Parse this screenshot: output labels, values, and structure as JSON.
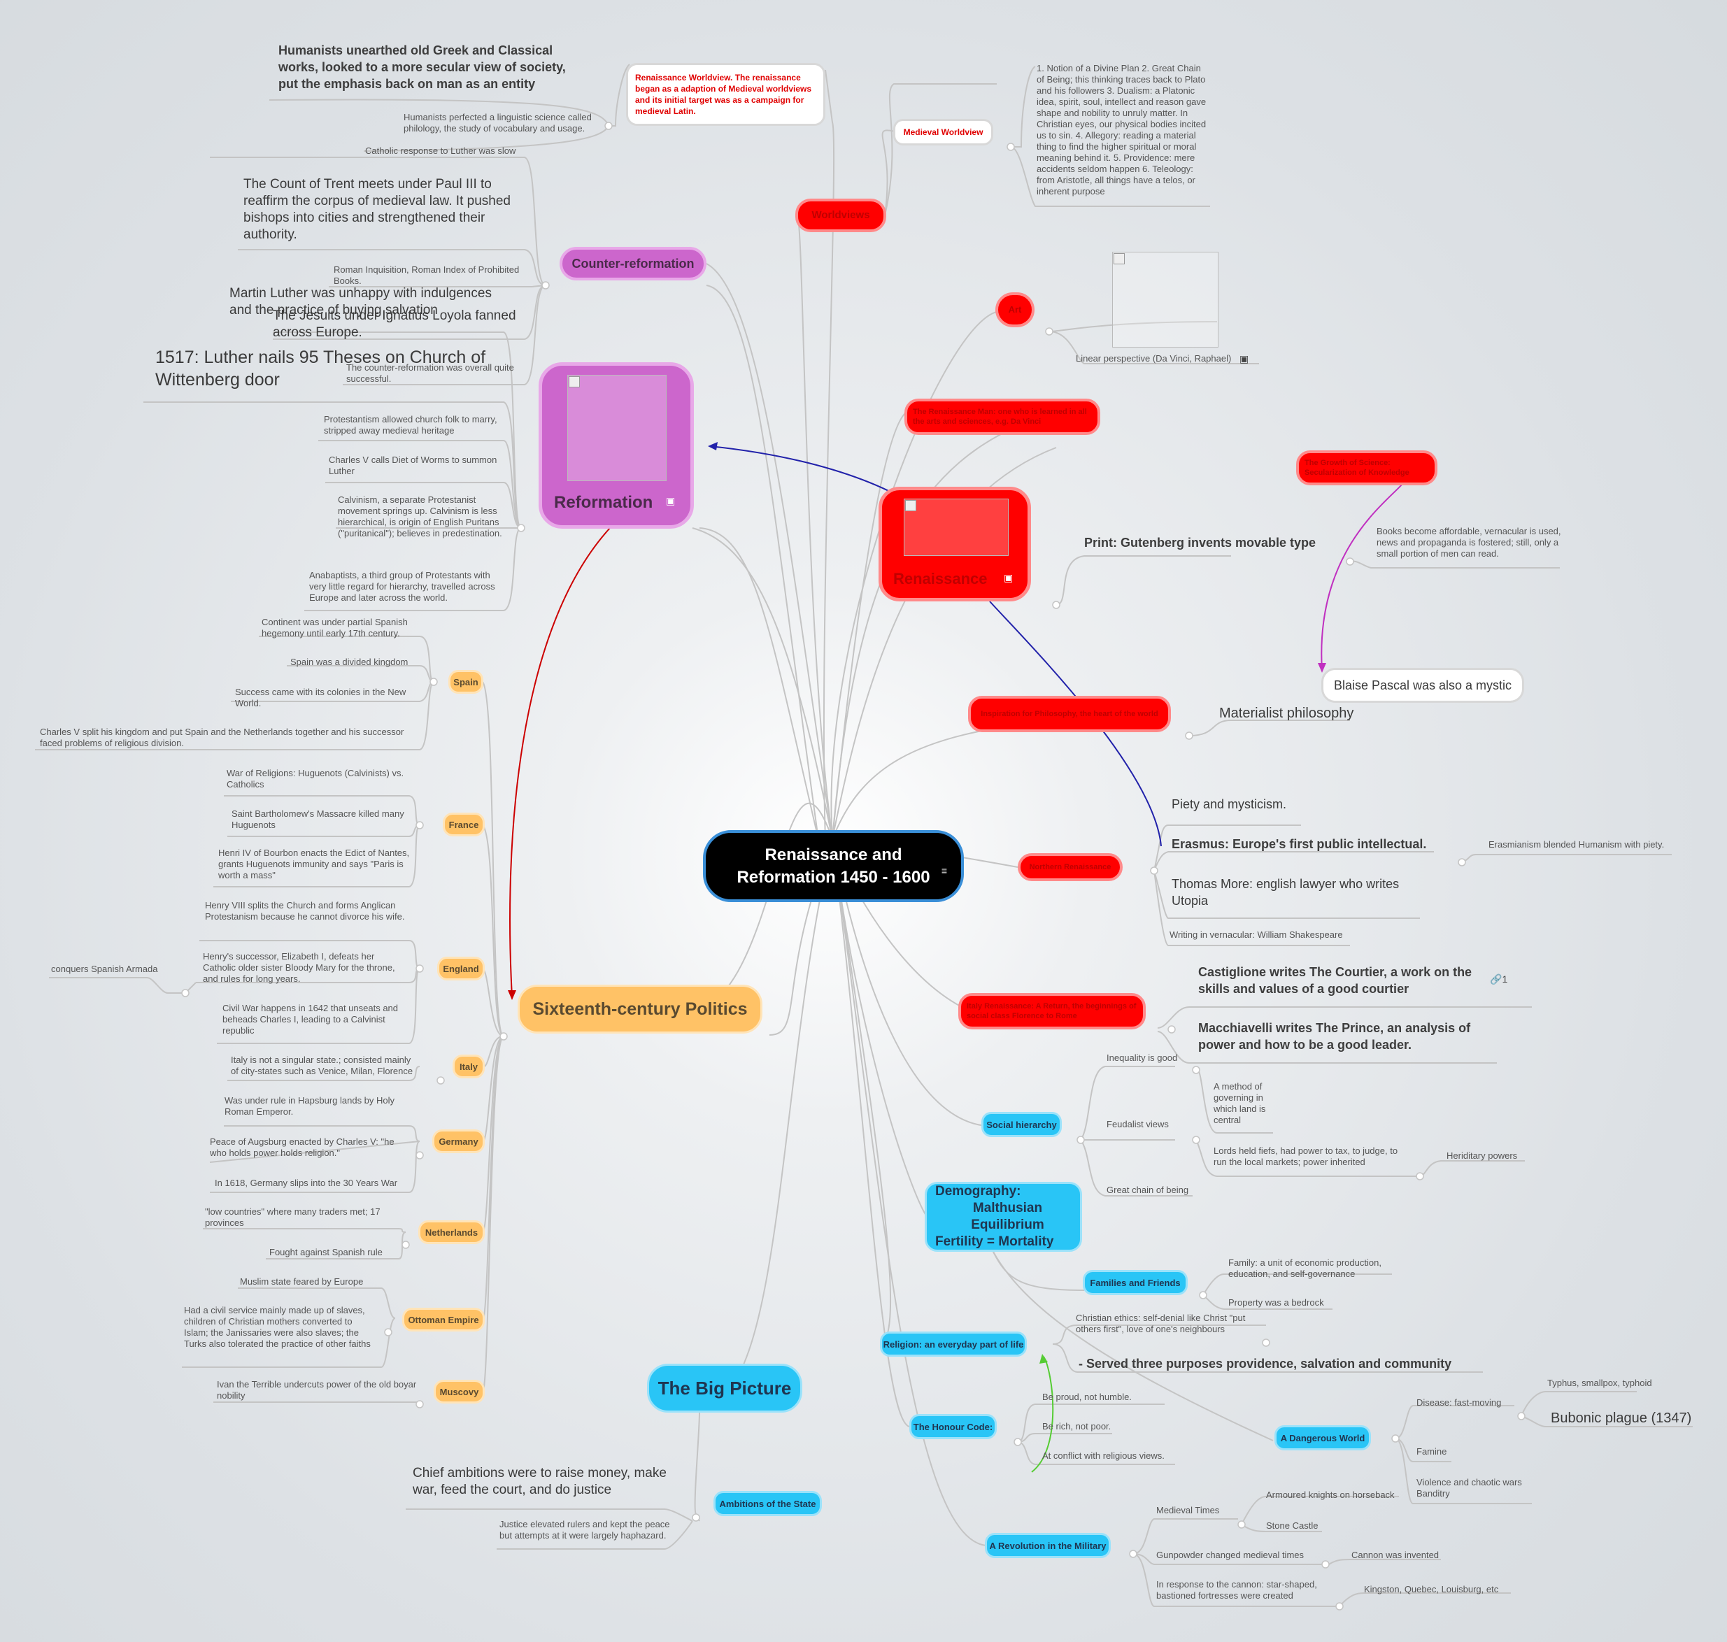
{
  "central": {
    "line1": "Renaissance and",
    "line2": "Reformation 1450 - 1600",
    "notes_icon": "notes-icon"
  },
  "worldviews": {
    "label": "Worldviews",
    "medieval_label": "Medieval Worldview",
    "medieval_text": "1. Notion of a Divine Plan 2. Great Chain of Being; this thinking traces back to Plato and his followers  3. Dualism: a Platonic idea, spirit, soul, intellect and reason gave shape and nobility to unruly matter. In Christian eyes, our physical bodies incited us to sin.  4. Allegory: reading a material thing to find the higher spiritual or moral meaning behind it.  5. Providence: mere accidents seldom happen  6. Teleology: from Aristotle, all things have a telos, or inherent purpose",
    "renaissance_box": "Renaissance Worldview. The renaissance began as a adaption of Medieval worldviews and its initial target was as a campaign for medieval Latin.",
    "humanists1": "Humanists unearthed old Greek and Classical works, looked to a more secular view of society, put the emphasis back on man as an entity",
    "humanists2": "Humanists perfected a linguistic science called philology, the study of vocabulary and usage."
  },
  "art": {
    "label": "Art",
    "linear": "Linear perspective (Da Vinci, Raphael)",
    "image_icon": "image-icon"
  },
  "renaissance_man": "The Renaissance Man: one who is learned in all the arts and sciences, e.g. Da Vinci",
  "growth": "The Growth of Science: Secularization of Knowledge",
  "renaissance": {
    "label": "Renaissance",
    "print": "Print: Gutenberg invents movable type",
    "books": "Books become affordable, vernacular is used, news and propaganda is fostered; still, only a small portion of men can read.",
    "pascal": "Blaise Pascal was also a mystic"
  },
  "inspiration": {
    "label": "Inspiration for Philosophy, the heart of the world",
    "materialist": "Materialist philosophy"
  },
  "northern": {
    "label": "Northern Renaissance",
    "piety": "Piety and mysticism.",
    "erasmus": "Erasmus: Europe's first public intellectual.",
    "erasmianism": "Erasmianism blended Humanism with piety.",
    "more": "Thomas More: english lawyer who writes Utopia",
    "vernacular": "Writing in vernacular: William Shakespeare"
  },
  "italy_renaissance": {
    "label": "Italy Renaissance: A Return, the beginnings of social class Florence to Rome",
    "castiglione": "Castiglione writes The Courtier, a work on the skills and values of a good courtier",
    "link_count": "1",
    "macchiavelli": "Macchiavelli writes The Prince, an analysis of power and how to be a good leader."
  },
  "social": {
    "label": "Social hierarchy",
    "inequality": "Inequality is good",
    "feudalist": "Feudalist views",
    "method": "A method of governing in which land is central",
    "lords": "Lords held fiefs, had power to tax, to judge, to run the local markets; power inherited",
    "heriditary": "Heriditary powers",
    "great_chain": "Great chain of being"
  },
  "demography": {
    "line1": "Demography:",
    "line2": "Malthusian Equilibrium",
    "line3": "Fertility = Mortality"
  },
  "families": {
    "label": "Families and Friends",
    "family": "Family: a unit of economic production, education, and self-governance",
    "property": "Property was a bedrock"
  },
  "religion": {
    "label": "Religion: an everyday part of life",
    "ethics": "Christian ethics: self-denial like Christ \"put others first\", love of one's neighbours",
    "served": "- Served three purposes providence, salvation and community"
  },
  "honour": {
    "label": "The Honour Code:",
    "proud": "Be proud, not humble.",
    "rich": "Be rich, not poor.",
    "conflict": "At conflict with religious views."
  },
  "dangerous": {
    "label": "A Dangerous World",
    "disease": "Disease: fast-moving",
    "typhus": "Typhus, smallpox, typhoid",
    "plague": "Bubonic plague (1347)",
    "famine": "Famine",
    "violence": "Violence and chaotic wars Banditry"
  },
  "military": {
    "label": "A Revolution in the Military",
    "medieval_times": "Medieval Times",
    "knights": "Armoured knights on horseback",
    "castle": "Stone Castle",
    "gunpowder": "Gunpowder changed medieval times",
    "cannon": "Cannon was invented",
    "response": "In response to the cannon: star-shaped, bastioned fortresses were created",
    "kingston": "Kingston, Quebec, Louisburg, etc"
  },
  "big_picture": {
    "label": "The Big Picture"
  },
  "ambitions": {
    "label": "Ambitions of the State",
    "chief": "Chief ambitions were to raise money, make war, feed the court, and do justice",
    "justice": "Justice elevated rulers and kept the peace but attempts at it were largely haphazard."
  },
  "counter": {
    "label": "Counter-reformation",
    "catholic": "Catholic response to Luther was slow",
    "trent": "The Count of Trent meets under Paul III to reaffirm the corpus of medieval law. It pushed bishops into cities and strengthened their authority.",
    "inquisition": "Roman Inquisition, Roman Index of Prohibited Books.",
    "jesuits": "The Jesuits under Ignatius Loyola fanned across Europe.",
    "successful": "The counter-reformation was overall quite successful."
  },
  "reformation": {
    "label": "Reformation",
    "luther_unhappy": "Martin Luther was unhappy with indulgences and the practice of buying salvation",
    "theses": "1517: Luther nails 95 Theses on Church of Wittenberg door",
    "protestantism": "Protestantism allowed church folk to marry, stripped away medieval heritage",
    "charles_diet": "Charles V calls Diet of Worms to summon Luther",
    "calvinism": "Calvinism, a separate Protestanist movement springs up. Calvinism is less hierarchical, is origin of English Puritans (\"puritanical\");  believes in predestination.",
    "anabaptists": "Anabaptists, a third group of Protestants with very little regard for hierarchy, travelled across Europe and later across the world."
  },
  "politics": {
    "label": "Sixteenth-century Politics",
    "spain": "Spain",
    "spain_items": [
      "Continent was under partial Spanish hegemony until early 17th century.",
      "Spain was a divided kingdom",
      "Success came with its colonies in the New World.",
      "Charles V split his kingdom and put Spain and the Netherlands together and his successor faced problems of religious division."
    ],
    "france": "France",
    "france_items": [
      "War of Religions: Huguenots (Calvinists) vs. Catholics",
      "Saint Bartholomew's Massacre killed many Huguenots",
      "Henri IV of Bourbon enacts the Edict of Nantes, grants Huguenots immunity and says \"Paris is worth a mass\""
    ],
    "england": "England",
    "england_items": [
      "Henry VIII splits the Church and forms Anglican Protestanism because he cannot divorce his wife.",
      "Henry's successor, Elizabeth I, defeats her Catholic older sister Bloody Mary for the throne, and rules for long years.",
      "Civil War happens in 1642 that unseats and beheads Charles I, leading to a Calvinist republic"
    ],
    "armada": "conquers Spanish Armada",
    "italy": "Italy",
    "italy_item": "Italy is not a singular state.; consisted mainly of city-states such as Venice, Milan, Florence",
    "germany": "Germany",
    "germany_items": [
      "Was under rule in Hapsburg lands by Holy Roman Emperor.",
      "Peace of Augsburg enacted by Charles V: \"he who holds power holds religion.\"",
      "In 1618, Germany slips into the 30 Years War"
    ],
    "netherlands": "Netherlands",
    "netherlands_items": [
      "\"low countries\" where many traders met; 17 provinces",
      "Fought against Spanish rule"
    ],
    "ottoman": "Ottoman Empire",
    "ottoman_items": [
      "Muslim state feared by Europe",
      "Had a civil service mainly made up of slaves, children of Christian mothers converted to Islam; the Janissaries were also slaves; the Turks also tolerated the practice of other faiths"
    ],
    "muscovy": "Muscovy",
    "muscovy_item": "Ivan the Terrible undercuts power of the old boyar nobility"
  },
  "colors": {
    "red": "#ff0000",
    "yellow": "#ffc266",
    "cyan": "#29c5f6",
    "purple": "#cc66cc",
    "central": "#000000"
  }
}
